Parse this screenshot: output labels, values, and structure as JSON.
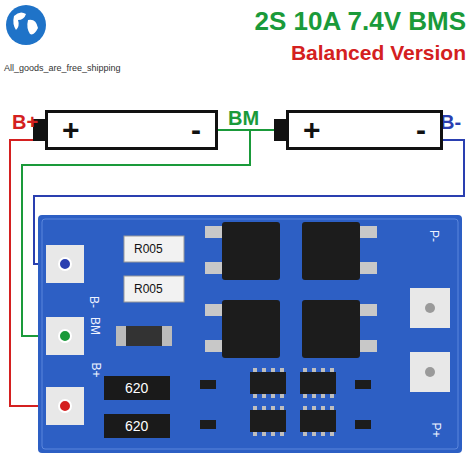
{
  "diagram": {
    "title": "2S 10A 7.4V BMS",
    "nodes": [
      {
        "text": [
          "+",
          "-"
        ]
      },
      {
        "text": [
          "+",
          "-"
        ]
      }
    ],
    "labels": [
      "All_goods_are_free_shipping",
      "Balanced Version",
      "B+",
      "BM",
      "B-",
      "R005",
      "R005",
      "P-",
      "B-",
      "BM",
      "B+",
      "620",
      "620",
      "P+"
    ]
  }
}
